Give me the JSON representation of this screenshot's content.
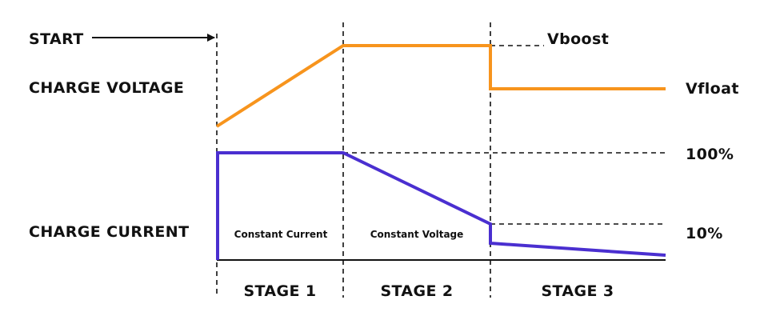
{
  "labels": {
    "start": "START",
    "charge_voltage": "CHARGE VOLTAGE",
    "charge_current": "CHARGE CURRENT",
    "vboost": "Vboost",
    "vfloat": "Vfloat",
    "pct_100": "100%",
    "pct_10": "10%",
    "constant_current": "Constant Current",
    "constant_voltage": "Constant Voltage",
    "stage_1": "STAGE 1",
    "stage_2": "STAGE 2",
    "stage_3": "STAGE 3"
  },
  "colors": {
    "voltage": "#F7941D",
    "current": "#4A2FD0",
    "guide": "#111111"
  }
}
